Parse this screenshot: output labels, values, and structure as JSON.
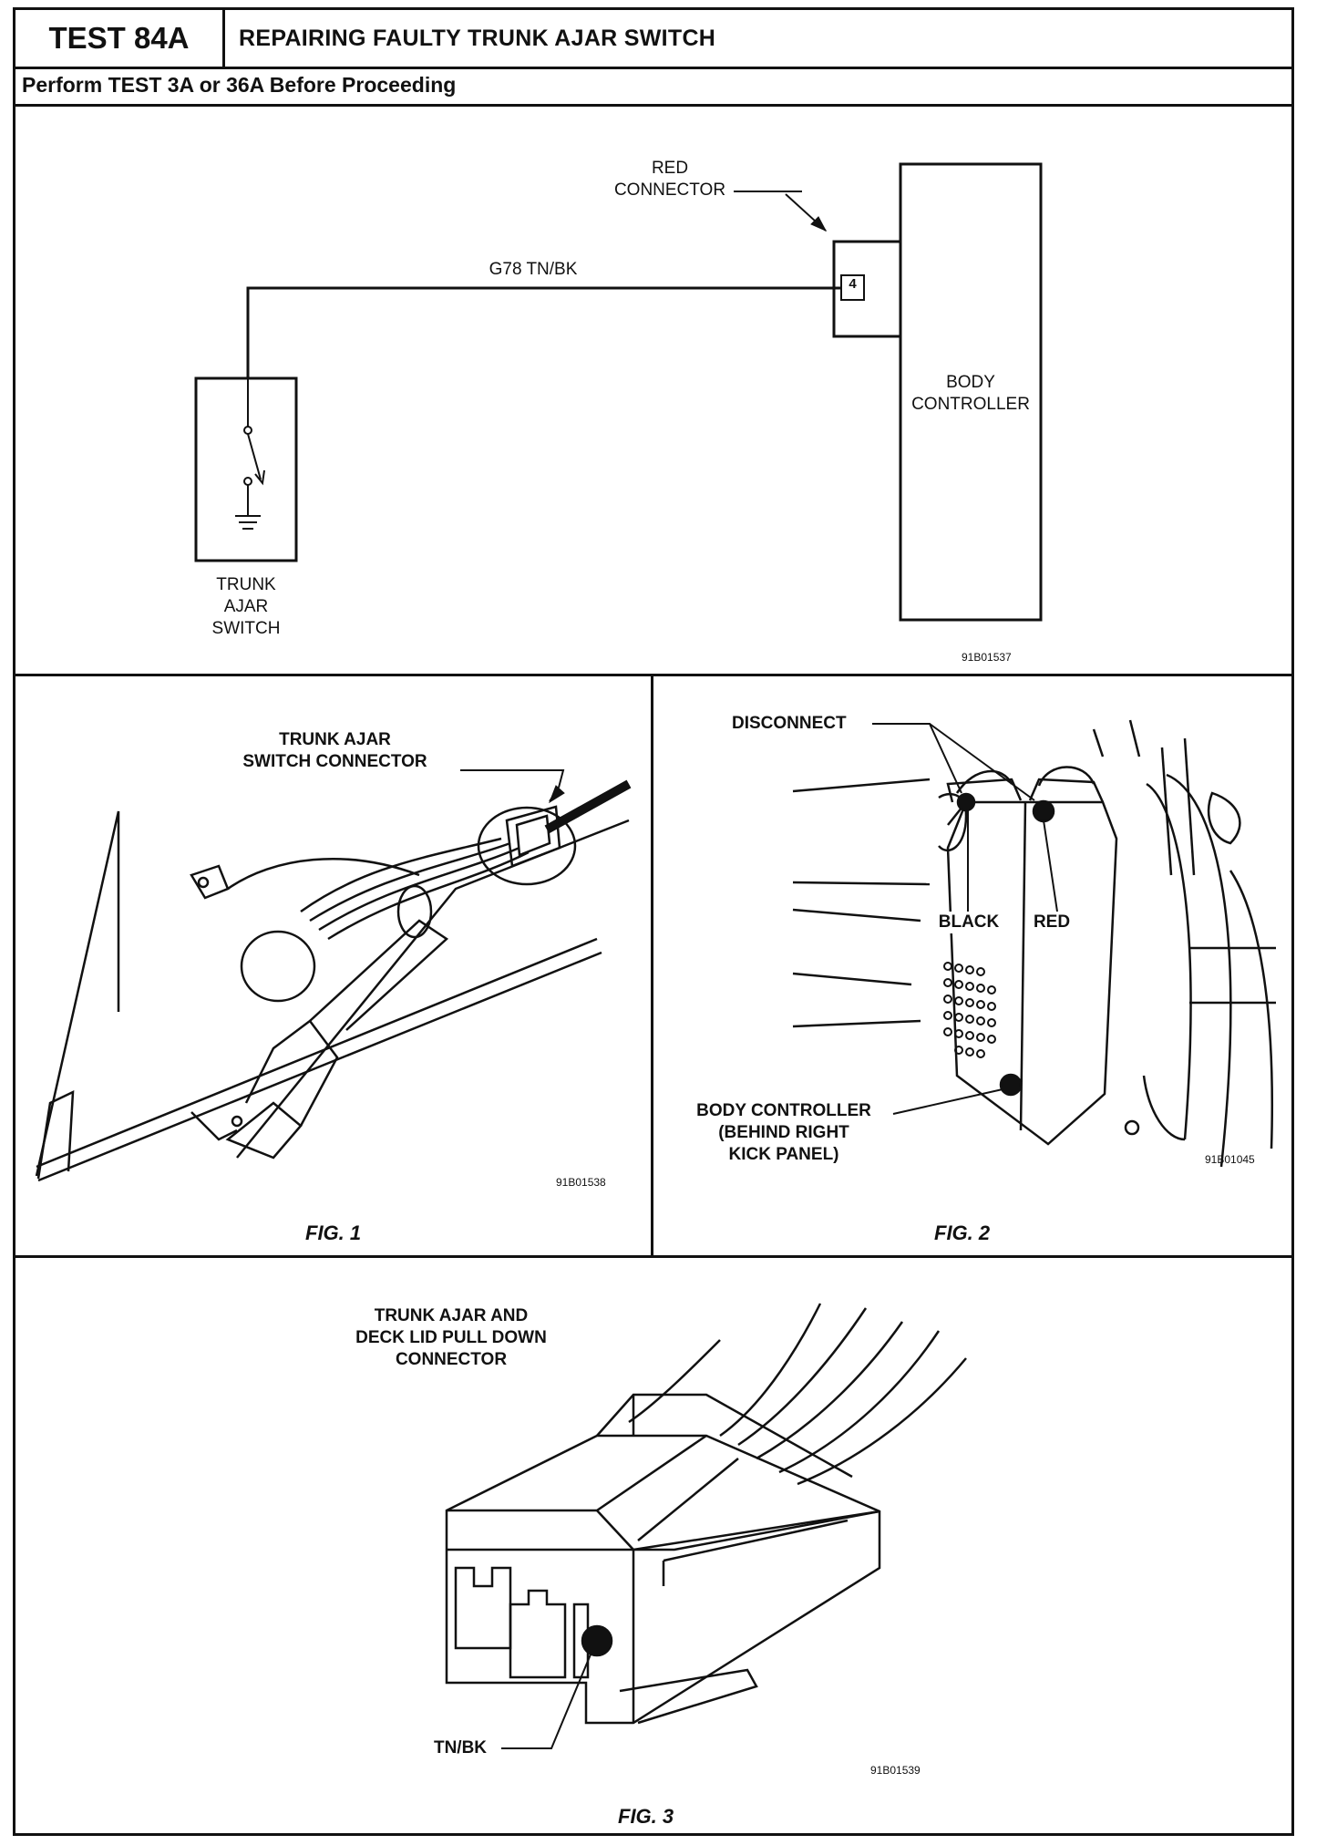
{
  "header": {
    "test_id": "TEST 84A",
    "title": "REPAIRING FAULTY TRUNK AJAR SWITCH",
    "prerequisite": "Perform TEST 3A or 36A Before Proceeding"
  },
  "schematic": {
    "red_connector_label": "RED\nCONNECTOR",
    "wire_label": "G78  TN/BK",
    "pin_number": "4",
    "body_controller_label": "BODY\nCONTROLLER",
    "switch_label": "TRUNK\nAJAR\nSWITCH",
    "figure_code": "91B01537"
  },
  "fig1": {
    "connector_label": "TRUNK AJAR\nSWITCH CONNECTOR",
    "figure_code": "91B01538",
    "caption": "FIG. 1"
  },
  "fig2": {
    "disconnect_label": "DISCONNECT",
    "black_label": "BLACK",
    "red_label": "RED",
    "body_controller_label": "BODY CONTROLLER\n(BEHIND RIGHT\nKICK PANEL)",
    "figure_code": "91B01045",
    "caption": "FIG. 2"
  },
  "fig3": {
    "connector_label": "TRUNK AJAR AND\nDECK LID PULL DOWN\nCONNECTOR",
    "wire_label": "TN/BK",
    "figure_code": "91B01539",
    "caption": "FIG. 3"
  }
}
